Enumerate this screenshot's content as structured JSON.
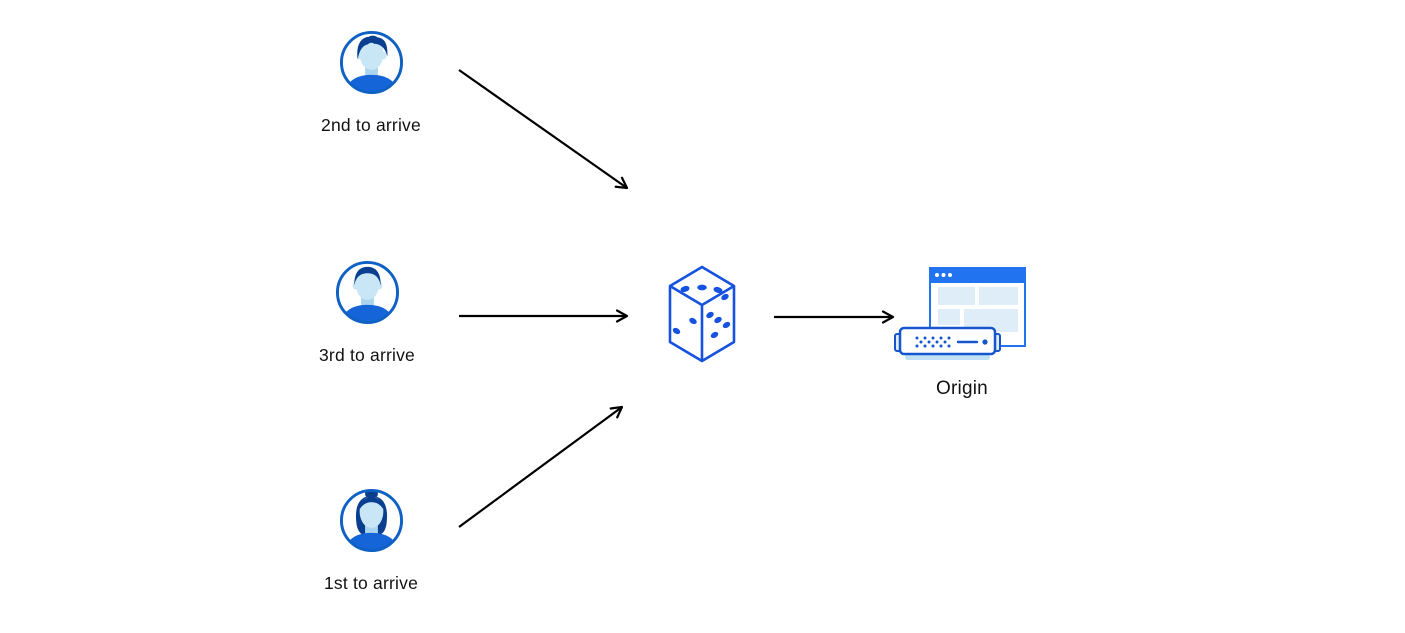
{
  "diagram": {
    "clients": [
      {
        "id": "client-2nd",
        "label": "2nd to arrive",
        "icon": "male-user-avatar-icon"
      },
      {
        "id": "client-3rd",
        "label": "3rd to arrive",
        "icon": "male-user-avatar-icon"
      },
      {
        "id": "client-1st",
        "label": "1st to arrive",
        "icon": "female-user-avatar-icon"
      }
    ],
    "hub": {
      "id": "random-dice",
      "icon": "dice-icon",
      "visible_faces": {
        "top_pips": 3,
        "left_pips": 2,
        "right_pips": 5
      }
    },
    "origin": {
      "id": "origin-server",
      "label": "Origin",
      "icon": "origin-server-browser-icon"
    },
    "edges": [
      {
        "from": "client-2nd",
        "to": "random-dice"
      },
      {
        "from": "client-3rd",
        "to": "random-dice"
      },
      {
        "from": "client-1st",
        "to": "random-dice"
      },
      {
        "from": "random-dice",
        "to": "origin-server"
      }
    ],
    "colors": {
      "background": "#FFFFFF",
      "arrow": "#000000",
      "accent_blue": "#1652E0",
      "server_blue": "#1556CE",
      "avatar_ring_blue": "#1061C4",
      "dark_hair_blue": "#0A3E8F",
      "shirt_blue": "#1565D8",
      "face_light_blue": "#C9E6F7",
      "neck_blue": "#A9D6EE",
      "panel_light_blue": "#DFEDF9",
      "titlebar_blue": "#2173F0",
      "server_base_blue": "#BFE0F5",
      "text": "#111111"
    }
  }
}
